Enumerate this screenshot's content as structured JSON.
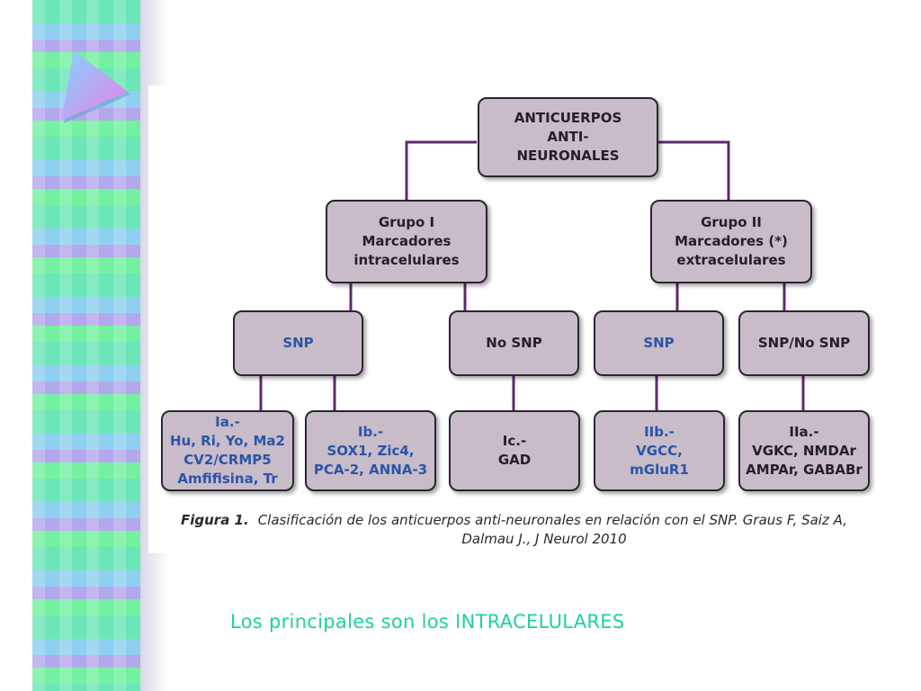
{
  "diagram": {
    "root": {
      "lines": [
        "ANTICUERPOS",
        "ANTI-",
        "NEURONALES"
      ]
    },
    "group1": {
      "lines": [
        "Grupo I",
        "Marcadores",
        "intracelulares"
      ]
    },
    "group2": {
      "lines": [
        "Grupo II",
        "Marcadores (*)",
        "extracelulares"
      ]
    },
    "snp1": {
      "lines": [
        "SNP"
      ]
    },
    "nosnp": {
      "lines": [
        "No SNP"
      ]
    },
    "snp2": {
      "lines": [
        "SNP"
      ]
    },
    "snpnosnp": {
      "lines": [
        "SNP/No SNP"
      ]
    },
    "ia": {
      "lines": [
        "Ia.-",
        "Hu, Ri, Yo, Ma2",
        "CV2/CRMP5",
        "Amfifisina, Tr"
      ]
    },
    "ib": {
      "lines": [
        "Ib.-",
        "SOX1, Zic4,",
        "PCA-2, ANNA-3"
      ]
    },
    "ic": {
      "lines": [
        "Ic.-",
        "GAD"
      ]
    },
    "iib": {
      "lines": [
        "IIb.-",
        "VGCC,",
        "mGluR1"
      ]
    },
    "iia": {
      "lines": [
        "IIa.-",
        "VGKC, NMDAr",
        "AMPAr, GABABr"
      ]
    }
  },
  "caption": {
    "label": "Figura 1.",
    "line1": "Clasificación  de los anticuerpos anti-neuronales en relación con el SNP. Graus F, Saiz A,",
    "line2": "Dalmau J., J Neurol 2010"
  },
  "footer_note": "Los principales son los INTRACELULARES",
  "colors": {
    "connector": "#5c2b6a",
    "box_fill": "#c8bcc8",
    "blue_text": "#2a55a8",
    "footer_text": "#1fd0a0"
  },
  "icons": {
    "corner": "triangle-arrow-icon"
  }
}
